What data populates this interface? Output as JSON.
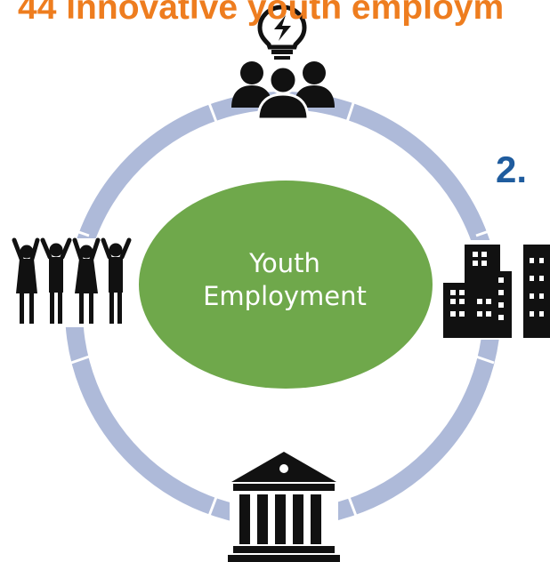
{
  "title": "44 innovative youth employm",
  "number_label": "2.",
  "centre_label": "Youth\nEmployment",
  "colors": {
    "title": "#ee7d1f",
    "number": "#1f5c9e",
    "ring": "#aebad9",
    "ellipse": "#6fa84b",
    "icons": "#111111"
  },
  "icons": [
    "lightbulb-icon",
    "people-group-icon",
    "buildings-icon",
    "bank-icon",
    "raised-hands-crowd-icon"
  ]
}
